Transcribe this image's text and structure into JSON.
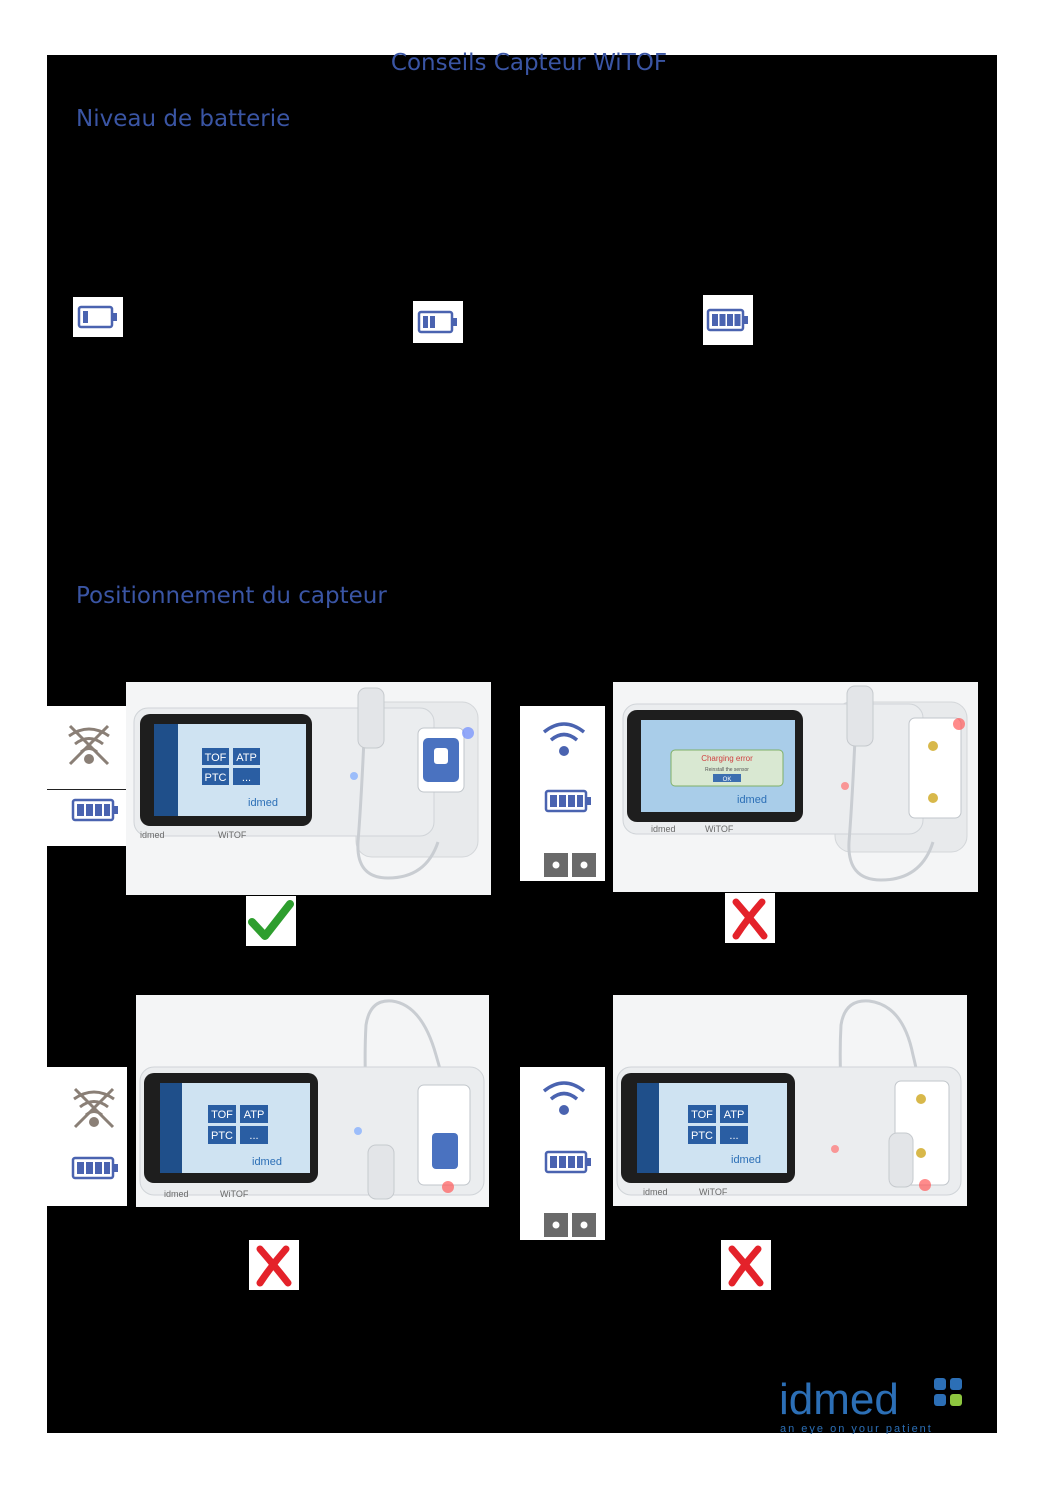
{
  "title": "Conseils Capteur WiTOF",
  "sections": {
    "battery": {
      "title": "Niveau de batterie"
    },
    "positioning": {
      "title": "Positionnement du capteur"
    }
  },
  "battery_levels": [
    {
      "icon": "battery-low-icon",
      "bars": 1
    },
    {
      "icon": "battery-half-icon",
      "bars": 2
    },
    {
      "icon": "battery-full-icon",
      "bars": 4
    }
  ],
  "device": {
    "buttons": [
      "TOF",
      "ATP",
      "PTC",
      "..."
    ],
    "brand": "idmed",
    "model": "WiTOF",
    "error_title": "Charging error",
    "error_text": "Reinstall the sensor",
    "error_ok": "OK"
  },
  "examples": [
    {
      "status": "correct",
      "wireless": "no-signal",
      "mark": "check-mark-icon"
    },
    {
      "status": "incorrect",
      "wireless": "signal",
      "mark": "cross-mark-icon",
      "screen": "charging-error"
    },
    {
      "status": "incorrect",
      "wireless": "no-signal",
      "mark": "cross-mark-icon"
    },
    {
      "status": "incorrect",
      "wireless": "signal",
      "mark": "cross-mark-icon"
    }
  ],
  "footer": {
    "logo_text": "idmed",
    "tagline": "an eye on your patient"
  },
  "colors": {
    "heading_blue": "#3a55a4",
    "logo_blue": "#2c6fb6",
    "logo_green": "#8dc63f",
    "check_green": "#2e9e2e",
    "cross_red": "#e4222a"
  }
}
